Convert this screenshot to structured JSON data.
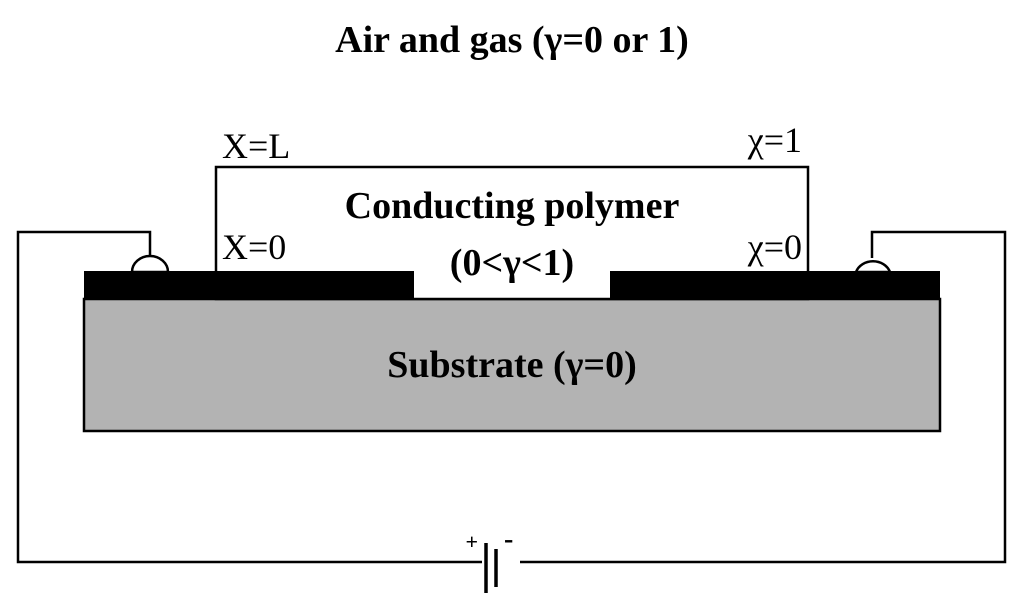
{
  "diagram": {
    "title": "Air and gas (γ=0 or 1)",
    "polymer": {
      "label_line1": "Conducting polymer",
      "label_line2": "(0<γ<1)"
    },
    "substrate": {
      "label": "Substrate (γ=0)"
    },
    "annotations": {
      "x_top": "X=L",
      "x_bottom": "X=0",
      "chi_top": "χ=1",
      "chi_bottom": "χ=0"
    },
    "battery": {
      "plus": "+",
      "minus": "-"
    },
    "colors": {
      "substrate_fill": "#b3b3b3",
      "electrode_fill": "#000000",
      "line": "#000000",
      "background": "#ffffff"
    }
  }
}
